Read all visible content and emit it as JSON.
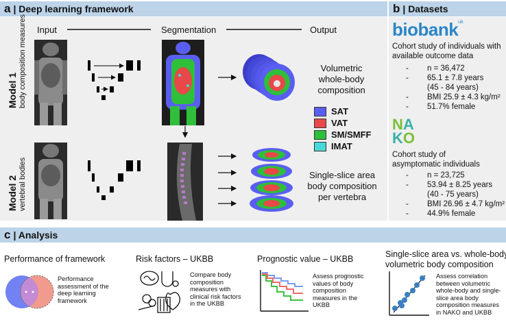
{
  "panel_a": {
    "letter": "a",
    "title": "| Deep learning framework",
    "col_input": "Input",
    "col_segmentation": "Segmentation",
    "col_output": "Output",
    "model1": {
      "name": "Model 1",
      "sub": "body composition measures",
      "output": "Volumetric whole-body composition"
    },
    "model2": {
      "name": "Model 2",
      "sub": "vertebral bodies",
      "output": "Single-slice area body composition per vertebra"
    },
    "legend": [
      {
        "label": "SAT",
        "color": "#5a5ef0"
      },
      {
        "label": "VAT",
        "color": "#e84848"
      },
      {
        "label": "SM/SMFF",
        "color": "#2fbf3a"
      },
      {
        "label": "IMAT",
        "color": "#49d8d8"
      }
    ]
  },
  "panel_b": {
    "letter": "b",
    "title": "| Datasets",
    "biobank": {
      "logo": "biobank",
      "logo_sup": "uk",
      "desc_line1": "Cohort study of individuals with",
      "desc_line2": "available outcome data",
      "items": [
        "n = 36,472",
        "65.1 ± 7.8 years",
        "(45 - 84 years)",
        "BMI 25.9 ± 4.3 kg/m²",
        "51.7% female"
      ]
    },
    "nako": {
      "logo_letters": [
        "N",
        "A",
        "K",
        "O"
      ],
      "desc_line1": "Cohort study of",
      "desc_line2": "asymptomatic individuals",
      "items": [
        "n = 23,725",
        "53.94 ± 8.25 years",
        "(40 - 75 years)",
        "BMI 26.96 ± 4.7 kg/m²",
        "44.9% female"
      ]
    }
  },
  "panel_c": {
    "letter": "c",
    "title": "| Analysis",
    "items": [
      {
        "title": "Performance of framework",
        "desc": "Performance assessment of the deep learning framework"
      },
      {
        "title": "Risk factors – UKBB",
        "desc": "Compare body composition measures with clinical risk factors in the UKBB"
      },
      {
        "title": "Prognostic value – UKBB",
        "desc": "Assess prognostic values of body composition measures in the UKBB"
      },
      {
        "title_line1": "Single-slice area vs. whole-body",
        "title_line2": "volumetric body composition",
        "desc": "Assess correlation between volumetric whole-body and single-slice area body composition measures in NAKO and UKBB"
      }
    ]
  }
}
